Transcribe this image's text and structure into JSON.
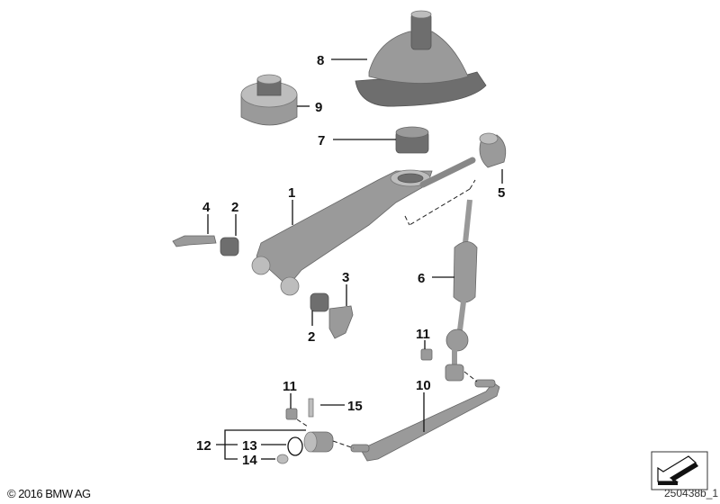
{
  "labels": {
    "p1": "1",
    "p2a": "2",
    "p2b": "2",
    "p3": "3",
    "p4": "4",
    "p5": "5",
    "p6": "6",
    "p7": "7",
    "p8": "8",
    "p9": "9",
    "p10": "10",
    "p11a": "11",
    "p11b": "11",
    "p12": "12",
    "p13": "13",
    "p14": "14",
    "p15": "15"
  },
  "footer": {
    "copyright": "© 2016 BMW AG",
    "diagram_id": "250438b_1"
  },
  "icons": {
    "corner": "arrow-down-left-icon"
  }
}
